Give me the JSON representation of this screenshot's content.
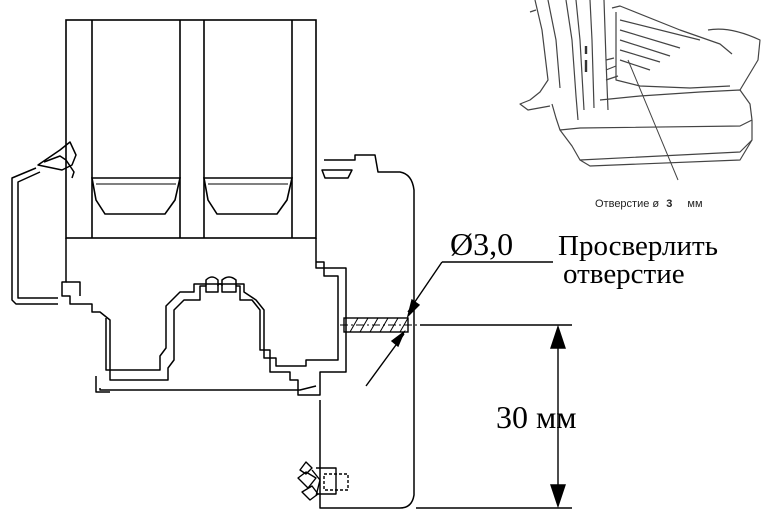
{
  "annotations": {
    "diameter": "Ø3,0",
    "drill_line1": "Просверлить",
    "drill_line2": "отверстие",
    "distance": "30 мм"
  },
  "inset": {
    "label_prefix": "Отверстие ø",
    "label_value": "3",
    "label_unit": "мм"
  },
  "colors": {
    "line": "#000000",
    "inset_line": "#444444",
    "background": "#ffffff"
  }
}
